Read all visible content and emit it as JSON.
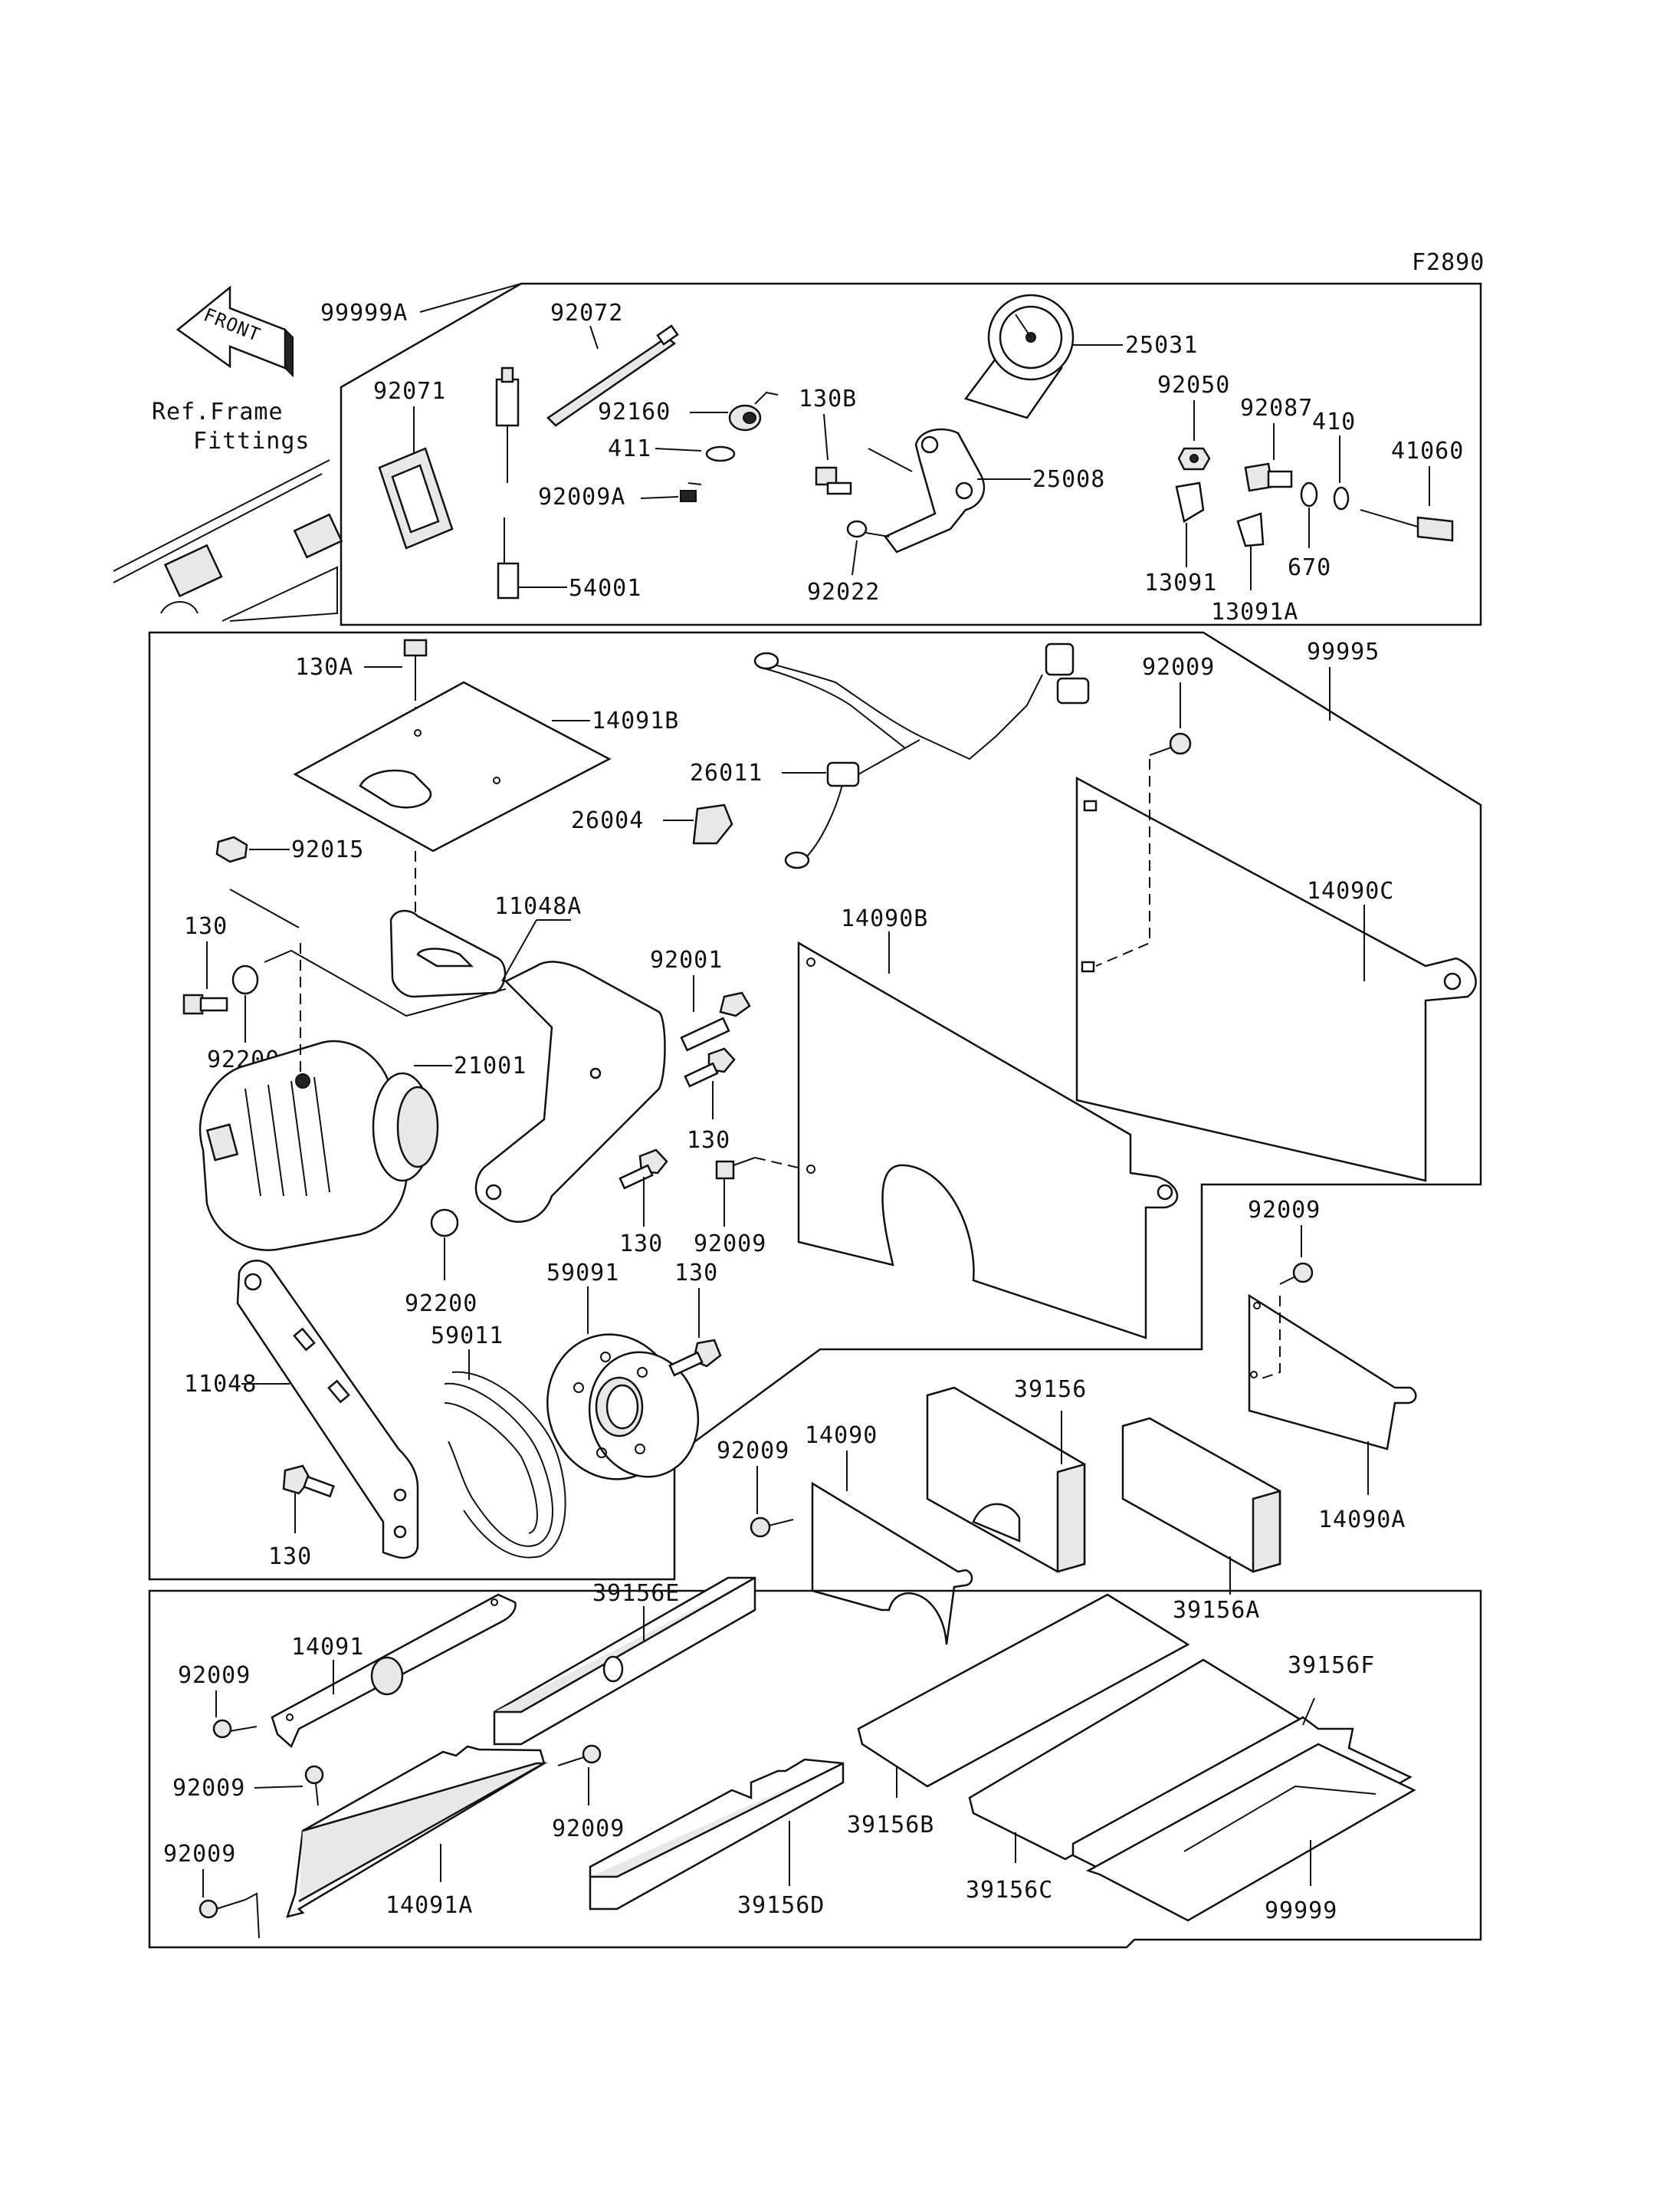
{
  "figure_code": "F2890",
  "front_arrow_label": "FRONT",
  "ref_note": [
    "Ref.Frame",
    "Fittings"
  ],
  "labels": {
    "l99999A": "99999A",
    "l92072": "92072",
    "l92071": "92071",
    "l92160": "92160",
    "l130B": "130B",
    "l411": "411",
    "l92009A": "92009A",
    "l54001": "54001",
    "l25031": "25031",
    "l25008": "25008",
    "l92022": "92022",
    "l92050": "92050",
    "l92087": "92087",
    "l410": "410",
    "l41060": "41060",
    "l13091": "13091",
    "l13091A": "13091A",
    "l670": "670",
    "l130A": "130A",
    "l14091B": "14091B",
    "l26011": "26011",
    "l26004": "26004",
    "l92009_top": "92009",
    "l99995": "99995",
    "l92015": "92015",
    "l11048A": "11048A",
    "l14090B": "14090B",
    "l14090C": "14090C",
    "l130_left": "130",
    "l92001": "92001",
    "l92200_a": "92200",
    "l21001": "21001",
    "l130_mid": "130",
    "l130_mid2": "130",
    "l92009_mid": "92009",
    "l92200_b": "92200",
    "l59091": "59091",
    "l130_pulley": "130",
    "l59011": "59011",
    "l11048": "11048",
    "l130_bottom": "130",
    "l92009_right": "92009",
    "l39156": "39156",
    "l14090A": "14090A",
    "l92009_14090": "92009",
    "l14090": "14090",
    "l39156A": "39156A",
    "l39156E": "39156E",
    "l14091": "14091",
    "l92009_l1": "92009",
    "l92009_l2": "92009",
    "l92009_l3": "92009",
    "l92009_l4": "92009",
    "l14091A": "14091A",
    "l39156D": "39156D",
    "l39156B": "39156B",
    "l39156C": "39156C",
    "l39156F": "39156F",
    "l99999": "99999"
  }
}
